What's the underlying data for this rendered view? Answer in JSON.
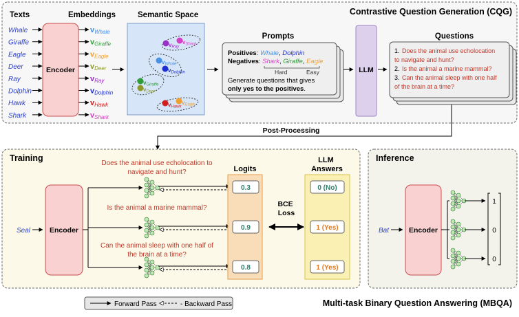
{
  "cqg": {
    "title": "Contrastive Question Generation (CQG)",
    "texts_label": "Texts",
    "embeddings_label": "Embeddings",
    "semantic_label": "Semantic Space",
    "encoder_label": "Encoder",
    "words": [
      {
        "text": "Whale",
        "color": "#4a90e2"
      },
      {
        "text": "Giraffe",
        "color": "#2e9e3a"
      },
      {
        "text": "Eagle",
        "color": "#f0a030"
      },
      {
        "text": "Deer",
        "color": "#8d9a2a"
      },
      {
        "text": "Ray",
        "color": "#9b30c8"
      },
      {
        "text": "Dolphin",
        "color": "#1e2fd0"
      },
      {
        "text": "Hawk",
        "color": "#d21e1e"
      },
      {
        "text": "Shark",
        "color": "#d43fc4"
      }
    ],
    "embedding_symbol": "v",
    "prompts_label": "Prompts",
    "prompt": {
      "positives_label": "Positives",
      "colon": ":",
      "pos_words": [
        "Whale",
        "Dolphin"
      ],
      "negatives_label": "Negatives",
      "neg_words": [
        "Shark",
        "Giraffe",
        "Eagle"
      ],
      "comma": ",",
      "hard": "Hard",
      "easy": "Easy",
      "line3": "Generate questions that gives",
      "line4_bold": "only yes to the positives",
      "line4_end": "."
    },
    "llm_label": "LLM",
    "questions_label": "Questions",
    "questions": [
      {
        "num": "1.",
        "lines": [
          "Does the animal use echolocation",
          "to navigate and hunt?"
        ]
      },
      {
        "num": "2.",
        "lines": [
          "Is the animal a marine mammal?"
        ]
      },
      {
        "num": "3.",
        "lines": [
          "Can the animal sleep with one half",
          "of the brain at a time?"
        ]
      }
    ]
  },
  "post_processing": "Post-Processing",
  "mbqa": {
    "title": "Multi-task Binary Question Answering (MBQA)",
    "training": {
      "title": "Training",
      "input": "Seal",
      "encoder": "Encoder",
      "questions": [
        [
          "Does the animal use echolocation to",
          "navigate and hunt?"
        ],
        [
          "Is the animal a marine mammal?"
        ],
        [
          "Can the animal sleep with one half of",
          "the brain at a time?"
        ]
      ],
      "logits_label": "Logits",
      "logits": [
        "0.3",
        "0.9",
        "0.8"
      ],
      "loss_label": [
        "BCE",
        "Loss"
      ],
      "answers_label": [
        "LLM",
        "Answers"
      ],
      "answers": [
        "0 (No)",
        "1 (Yes)",
        "1 (Yes)"
      ]
    },
    "inference": {
      "title": "Inference",
      "input": "Bat",
      "encoder": "Encoder",
      "outputs": [
        "1",
        "0",
        "0"
      ]
    },
    "legend": {
      "forward": "Forward Pass",
      "backward": "Backward Pass"
    }
  }
}
